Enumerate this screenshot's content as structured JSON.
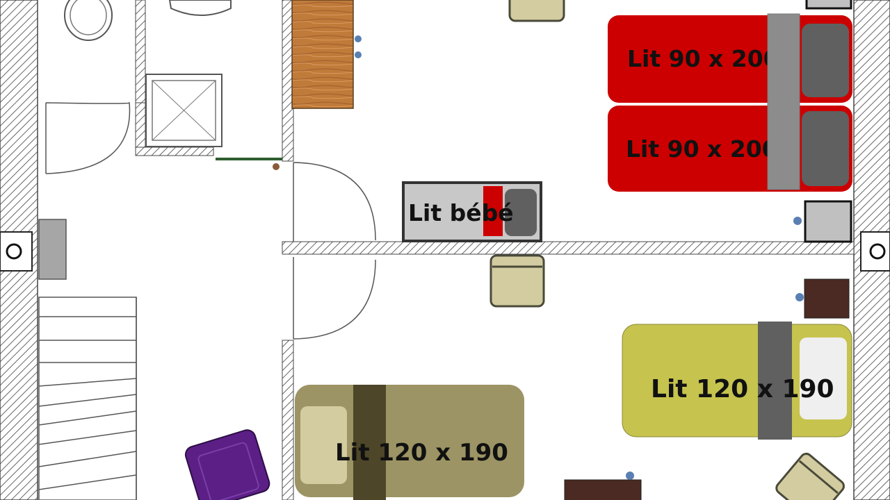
{
  "labels": {
    "bed_red_top": "Lit 90 x 200",
    "bed_red_bottom": "Lit 90 x 200",
    "crib": "Lit bébé",
    "bed_yellow": "Lit 120 x 190",
    "bed_olive": "Lit 120 x 190"
  },
  "colors": {
    "wall_hatch": "#666666",
    "bed_red": "#cc0000",
    "bed_red_bar": "#8c8c8c",
    "bed_yellow": "#c6c34e",
    "bed_olive": "#9c9464",
    "bed_olive_bar": "#4e4629",
    "crib_frame": "#333333",
    "pillow_gray": "#606060",
    "armchair_purple": "#5b1f86",
    "wood": "#c07a3a",
    "dark_wood": "#4a2a22",
    "socket_blue": "#5a7fb2",
    "chair_beige": "#d3cca0"
  },
  "icons": [
    "toilet-icon",
    "shower-icon",
    "radiator-icon",
    "armchair-icon",
    "chair-icon",
    "nightstand-icon",
    "wardrobe-icon"
  ]
}
